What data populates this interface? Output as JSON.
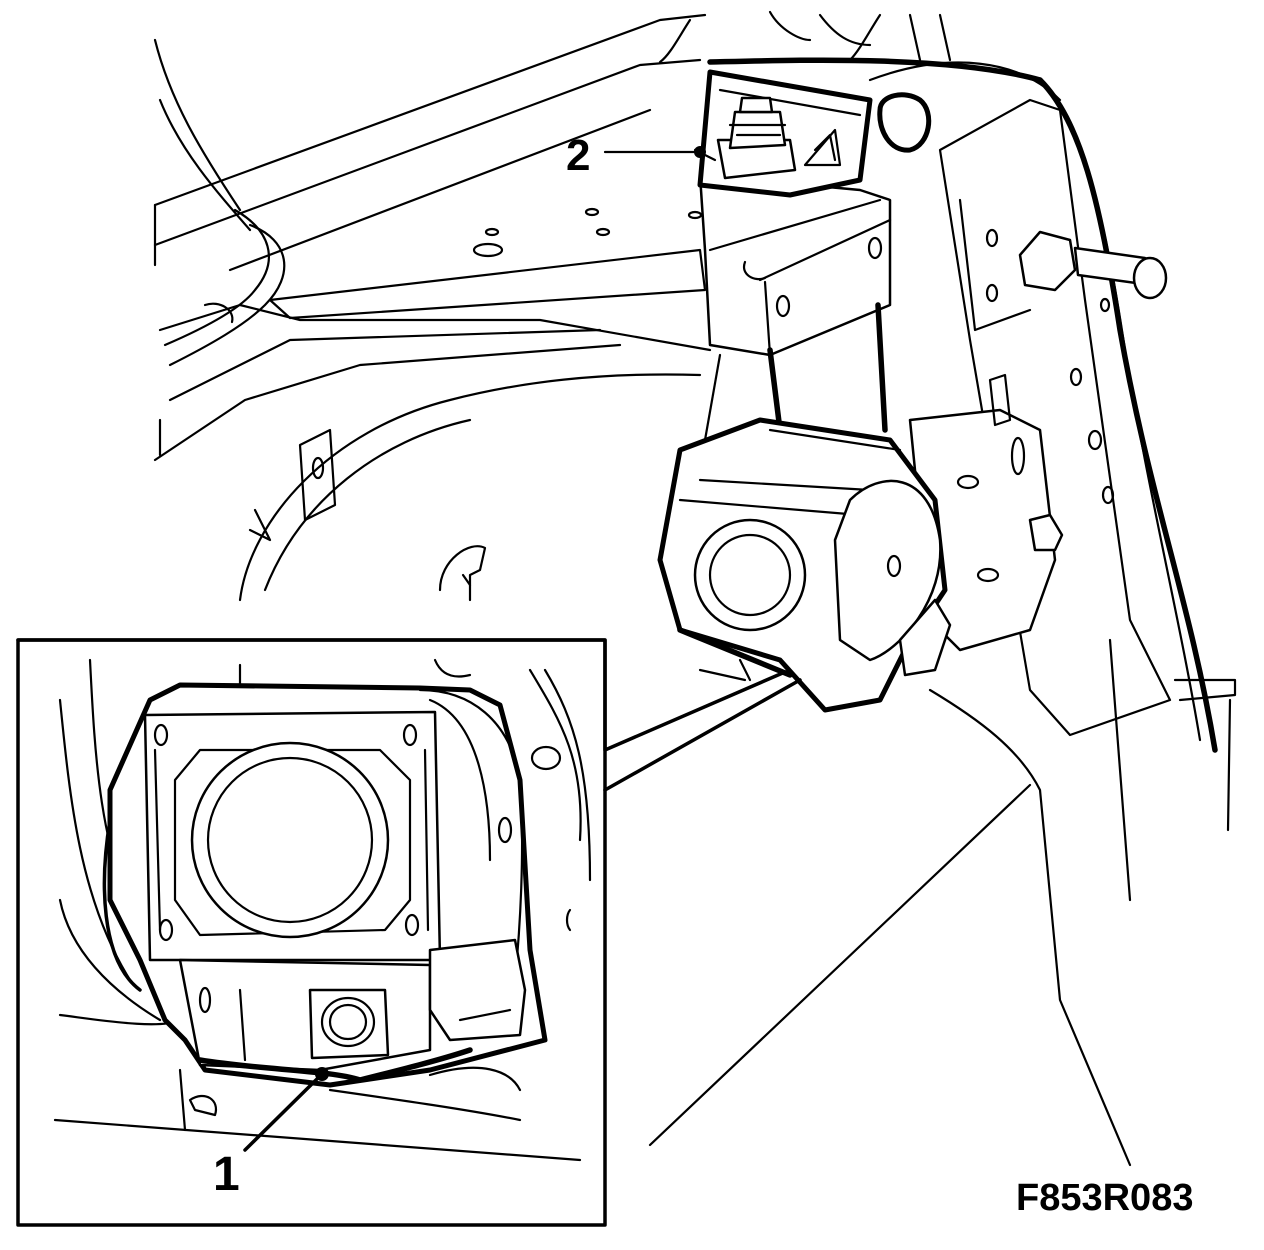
{
  "callouts": [
    {
      "number": "1"
    },
    {
      "number": "2"
    }
  ],
  "figure_code": "F853R083",
  "colors": {
    "line": "#000000",
    "background": "#ffffff"
  }
}
